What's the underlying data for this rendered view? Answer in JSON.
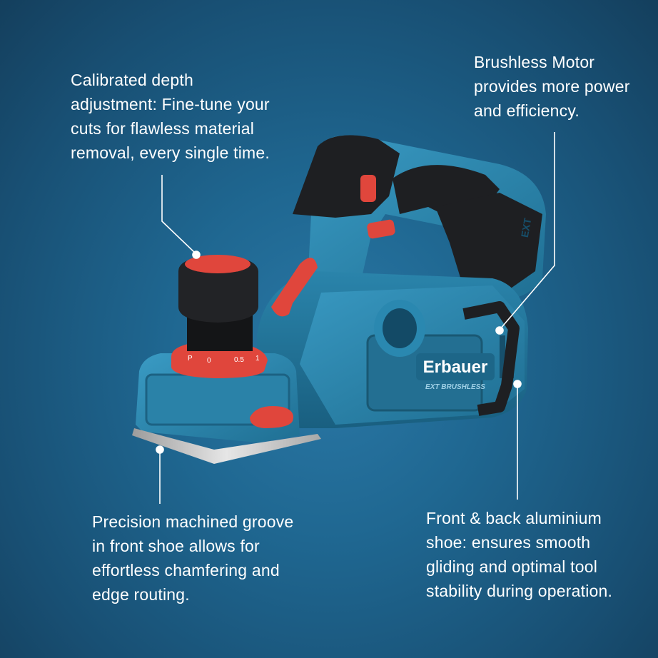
{
  "callouts": {
    "depth": {
      "lines": [
        "Calibrated depth",
        "adjustment: Fine-tune your",
        "cuts for flawless material",
        "removal, every single time."
      ]
    },
    "motor": {
      "lines": [
        "Brushless Motor",
        "provides more power",
        "and efficiency."
      ]
    },
    "groove": {
      "lines": [
        "Precision machined groove",
        "in front shoe allows for",
        "effortless chamfering and",
        "edge routing."
      ]
    },
    "shoe": {
      "lines": [
        "Front & back aluminium",
        "shoe: ensures smooth",
        "gliding and optimal tool",
        "stability during operation."
      ]
    }
  },
  "product": {
    "brand_logo": "Erbauer",
    "series_badge": "EXT BRUSHLESS",
    "handle_mark": "EXT",
    "dial_marks": [
      "P",
      "0",
      "0.5",
      "1"
    ]
  },
  "colors": {
    "background": "#1f6791",
    "tool_body": "#2c86ad",
    "accent_red": "#e0463c",
    "grip_black": "#1e1f22",
    "shoe_metal": "#c9c9c9"
  }
}
